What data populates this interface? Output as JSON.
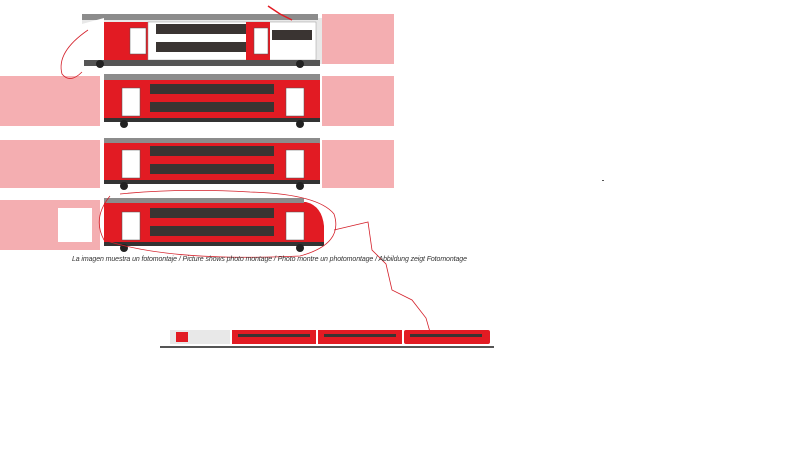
{
  "image": {
    "caption": "La imagen muestra un fotomontaje / Picture shows photo montage / Photo montre un photomontage / Abbildung zeigt Fotomontage",
    "colors": {
      "body_red": "#e21b23",
      "dark_red": "#b3121a",
      "window": "#3a3432",
      "ghost_red": "#f3b3b5",
      "roof_grey": "#8c8c8c",
      "annotation_red": "#d4202a"
    },
    "rows": [
      {
        "name": "locomotive-row"
      },
      {
        "name": "coach-row-1"
      },
      {
        "name": "coach-row-2"
      },
      {
        "name": "cab-car-row"
      }
    ]
  }
}
